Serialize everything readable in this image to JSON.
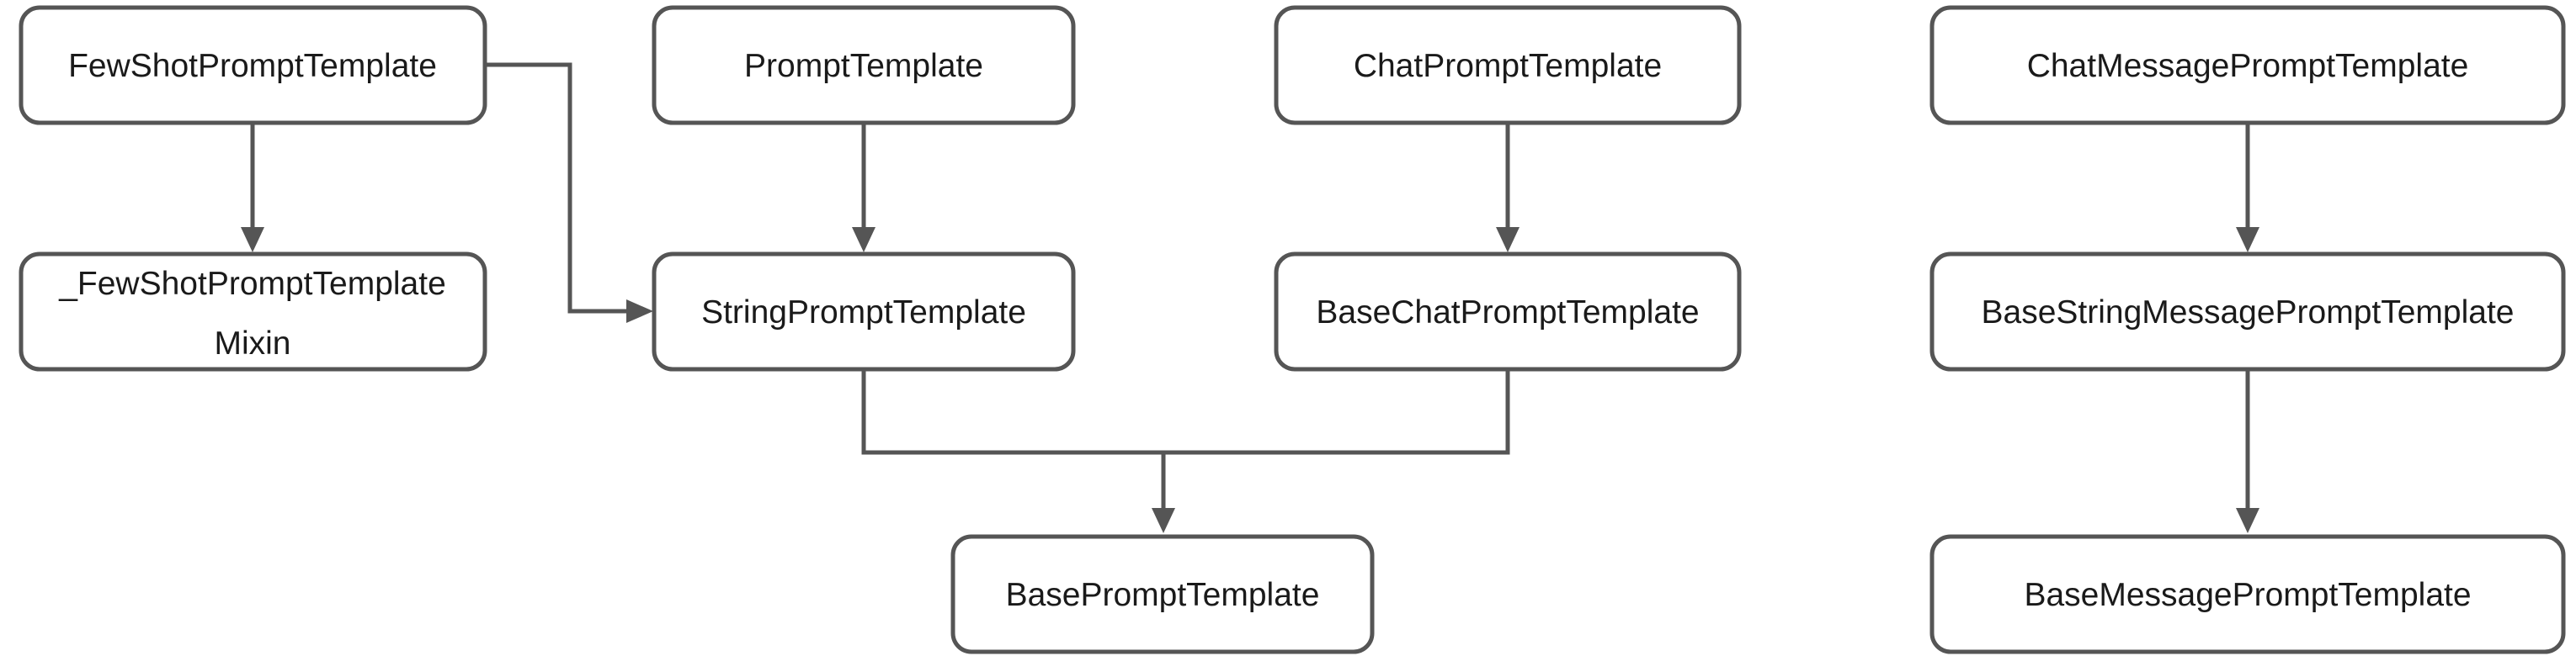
{
  "nodes": {
    "few_shot_prompt_template": {
      "label": "FewShotPromptTemplate"
    },
    "prompt_template": {
      "label": "PromptTemplate"
    },
    "chat_prompt_template": {
      "label": "ChatPromptTemplate"
    },
    "chat_message_prompt_template": {
      "label": "ChatMessagePromptTemplate"
    },
    "few_shot_prompt_template_mixin": {
      "label_line1": "_FewShotPromptTemplate",
      "label_line2": "Mixin"
    },
    "string_prompt_template": {
      "label": "StringPromptTemplate"
    },
    "base_chat_prompt_template": {
      "label": "BaseChatPromptTemplate"
    },
    "base_string_message_prompt_template": {
      "label": "BaseStringMessagePromptTemplate"
    },
    "base_prompt_template": {
      "label": "BasePromptTemplate"
    },
    "base_message_prompt_template": {
      "label": "BaseMessagePromptTemplate"
    }
  },
  "edges": [
    {
      "from": "few_shot_prompt_template",
      "to": "few_shot_prompt_template_mixin"
    },
    {
      "from": "few_shot_prompt_template",
      "to": "string_prompt_template"
    },
    {
      "from": "prompt_template",
      "to": "string_prompt_template"
    },
    {
      "from": "chat_prompt_template",
      "to": "base_chat_prompt_template"
    },
    {
      "from": "string_prompt_template",
      "to": "base_prompt_template"
    },
    {
      "from": "base_chat_prompt_template",
      "to": "base_prompt_template"
    },
    {
      "from": "chat_message_prompt_template",
      "to": "base_string_message_prompt_template"
    },
    {
      "from": "base_string_message_prompt_template",
      "to": "base_message_prompt_template"
    }
  ],
  "colors": {
    "stroke": "#555555",
    "text": "#1a1a1a",
    "fill": "#ffffff"
  }
}
